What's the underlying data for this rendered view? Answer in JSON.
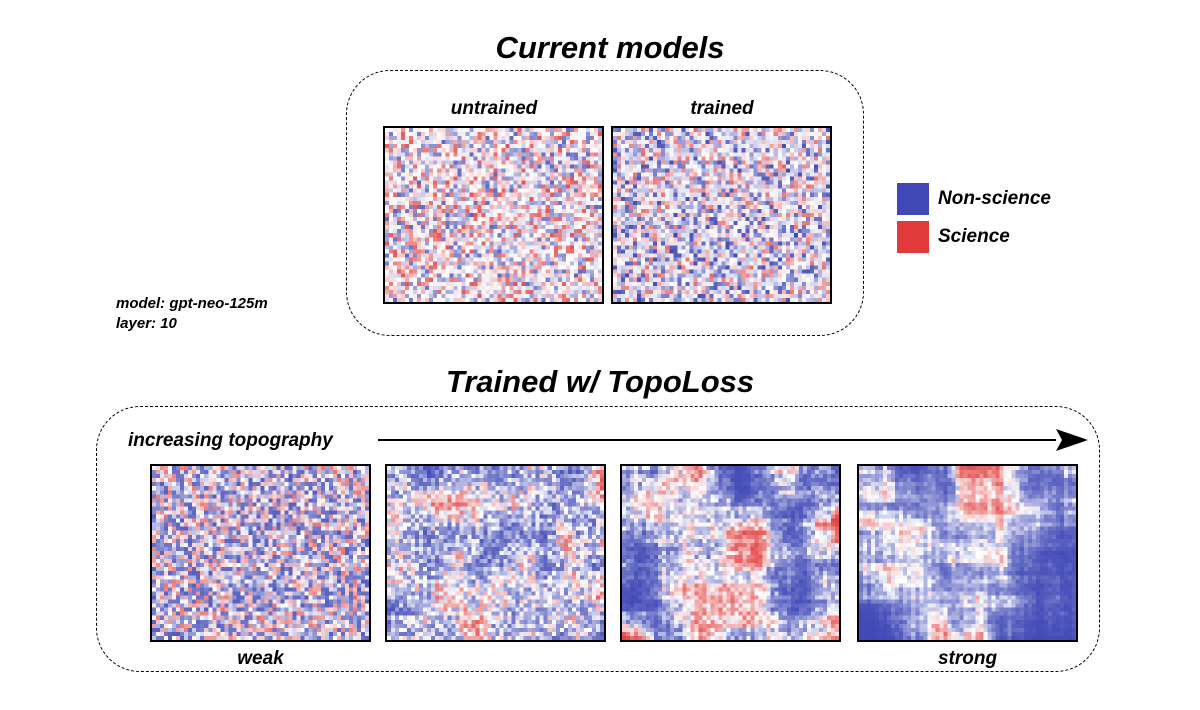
{
  "top": {
    "title": "Current models",
    "panels": [
      {
        "label": "untrained",
        "pattern": "noise-light",
        "seed": 11
      },
      {
        "label": "trained",
        "pattern": "noise-blue",
        "seed": 23
      }
    ]
  },
  "info": {
    "model": "model: gpt-neo-125m",
    "layer": "layer: 10"
  },
  "legend": {
    "items": [
      {
        "label": "Non-science",
        "color": "#3f48b6"
      },
      {
        "label": "Science",
        "color": "#e03a3a"
      }
    ]
  },
  "bottom": {
    "title": "Trained w/ TopoLoss",
    "arrow_label": "increasing topography",
    "panels": [
      {
        "caption": "weak",
        "topography_level": 1,
        "seed": 5
      },
      {
        "caption": "",
        "topography_level": 2,
        "seed": 17
      },
      {
        "caption": "",
        "topography_level": 3,
        "seed": 29
      },
      {
        "caption": "strong",
        "topography_level": 4,
        "seed": 41
      }
    ]
  },
  "colors": {
    "blue": "#3f48b6",
    "red": "#e03a3a",
    "white": "#ffffff"
  }
}
